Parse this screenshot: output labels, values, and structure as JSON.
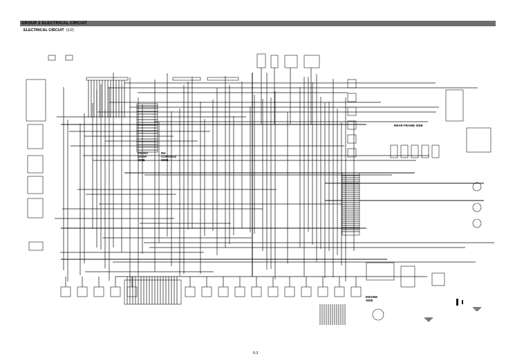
{
  "header": {
    "section": "GROUP  2  ELECTRICAL CIRCUIT"
  },
  "subtitle": {
    "title": "ELECTRICAL CIRCUIT",
    "part": "(1/2)"
  },
  "labels": {
    "front_dash_side": "FRONT\nDASH\nSIDE",
    "rh_console_side": "RH\nCONSOLE\nSIDE",
    "rear_frame_side": "REAR FRAME SIDE",
    "engine_side": "ENGINE\nSIDE"
  },
  "page_number": "6-3",
  "colors": {
    "line": "#111111",
    "header_bar": "#6e6e6e",
    "background": "#ffffff"
  }
}
